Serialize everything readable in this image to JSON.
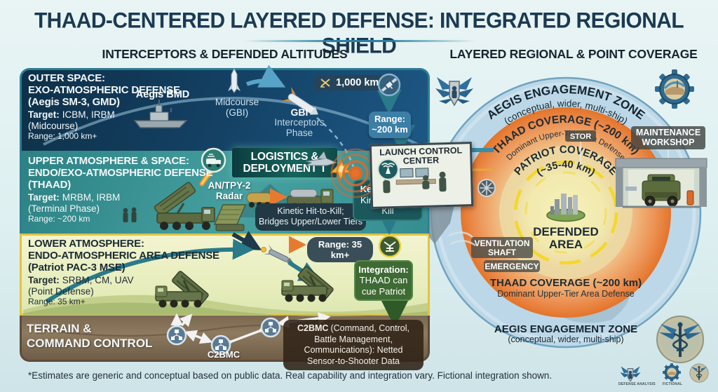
{
  "header": {
    "title": "THAAD-CENTERED LAYERED DEFENSE: INTEGRATED REGIONAL SHIELD",
    "left_heading": "INTERCEPTORS & DEFENDED ALTITUDES",
    "right_heading": "LAYERED REGIONAL & POINT COVERAGE"
  },
  "layers": {
    "outer_space": {
      "title1": "OUTER SPACE:",
      "title2": "EXO-ATMOSPHERIC DEFENSE",
      "title3": "(Aegis SM-3, GMD)",
      "target_label": "Target:",
      "target_rest": "ICBM, IRBM",
      "target_note": "(Midcourse)",
      "range": "Range: 1,000 km+",
      "aegis_bmd": "Aegis BMD",
      "midcourse1": "Midcourse",
      "midcourse2": "(GBI)",
      "gbi1": "GBI",
      "gbi2": "Interceptors",
      "gbi3": "Phase",
      "km_badge": "1,000 km+",
      "range_badge1": "Range:",
      "range_badge2": "~200 km"
    },
    "upper": {
      "title1": "UPPER ATMOSPHERE & SPACE:",
      "title2": "ENDO/EXO-ATMOSPHERIC DEFENSE",
      "title3": "(THAAD)",
      "target_label": "Target:",
      "target_rest": "MRBM, IRBM",
      "target_note": "(Terminal Phase)",
      "range": "Range: ~200 km",
      "logistics1": "LOGISTICS &",
      "logistics2": "DEPLOYMENT T",
      "radar1": "AN/TPY-2",
      "radar2": "Radar",
      "kinetic1": "Kinetic Hit-to-Kill;",
      "kinetic2": "Bridges Upper/Lower Tiers",
      "key_feature1": "Key Feature:",
      "key_feature2": "Kinetic Hit-to-Kill",
      "lcc1": "LAUNCH CONTROL",
      "lcc2": "CENTER"
    },
    "lower": {
      "title1": "LOWER ATMOSPHERE:",
      "title2": "ENDO-ATMOSPHERIC AREA DEFENSE",
      "title3": "(Patriot PAC-3 MSE)",
      "target_label": "Target:",
      "target_rest": "SRBM, CM, UAV",
      "target_note": "(Point Defense)",
      "range": "Range: 35 km+",
      "range_badge": "Range: 35 km+",
      "integration1": "Integration:",
      "integration2": "THAAD can",
      "integration3": "cue Patriot"
    },
    "terrain": {
      "title1": "TERRAIN &",
      "title2": "COMMAND CONTROL",
      "c2bmc_node": "C2BMC",
      "badge_bold": "C2BMC",
      "badge_rest": "(Command, Control, Battle Management, Communications): Netted Sensor-to-Shooter Data"
    }
  },
  "coverage": {
    "aegis_top": "AEGIS ENGAGEMENT ZONE",
    "aegis_top_sub": "(conceptual, wider, multi-ship)",
    "thaad_top": "THAAD COVERAGE (~200 km)",
    "thaad_top_sub": "Dominant Upper-Tier Area Defense",
    "patriot": "PATRIOT COVERAGE",
    "patriot_sub": "(~35-40 km)",
    "defended1": "DEFENDED",
    "defended2": "AREA",
    "stor": "STOR",
    "maintenance1": "MAINTENANCE",
    "maintenance2": "WORKSHOP",
    "ventilation1": "VENTILATION",
    "ventilation2": "SHAFT",
    "emergency": "EMERGENCY",
    "thaad_bottom": "THAAD COVERAGE (~200 km)",
    "thaad_bottom_sub": "Dominant Upper-Tier Area Defense",
    "aegis_bottom": "AEGIS ENGAGEMENT ZONE",
    "aegis_bottom_sub": "(conceptual, wider, multi-ship)"
  },
  "footer": {
    "disclaimer": "*Estimates are generic and conceptual based on public data. Real capability and integration vary. Fictional integration shown.",
    "label1": "DEFENSE ANALYSIS",
    "label2": "FICTIONAL"
  },
  "colors": {
    "accent_teal": "#2c7e92",
    "navy_panel": "#133f61",
    "teal_panel": "#3f9597",
    "yellow_panel": "#e7edbc",
    "brown_panel": "#8d7a5f",
    "orange_ring": "#e8803c",
    "yellow_dash": "#f2d723",
    "aegis_ring": "#bcd8e8"
  }
}
